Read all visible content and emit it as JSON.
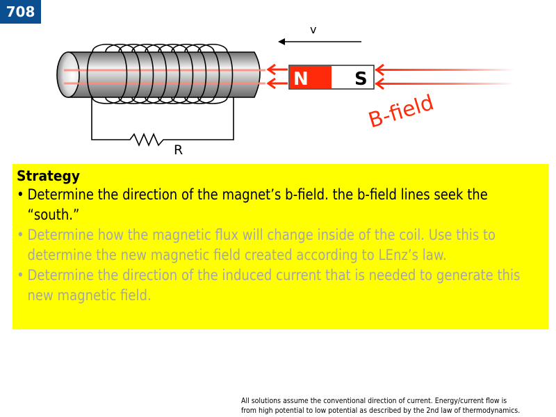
{
  "slide": {
    "number": "708",
    "badge_color": "#0b4f91"
  },
  "diagram": {
    "velocity_label": "v",
    "resistor_label": "R",
    "magnet": {
      "north_label": "N",
      "south_label": "S",
      "north_color": "#ff2a0a"
    },
    "field_label": "B-field",
    "field_color": "#ff2a0a"
  },
  "strategy": {
    "title": "Strategy",
    "background": "#ffff00",
    "bullets": [
      {
        "text": "Determine the direction of the magnet’s b-field. the b-field lines seek the “south.”",
        "state": "active"
      },
      {
        "text": "Determine how the magnetic flux will change inside of the coil. Use this to determine the new magnetic field created according to LEnz’s law.",
        "state": "dim"
      },
      {
        "text": "Determine the direction of the induced current that is needed to generate this new magnetic field.",
        "state": "dim"
      }
    ]
  },
  "footnote": {
    "line1": "All solutions assume the conventional direction of current. Energy/current flow is",
    "line2": "from high potential to low potential as described by the 2nd law of thermodynamics."
  }
}
